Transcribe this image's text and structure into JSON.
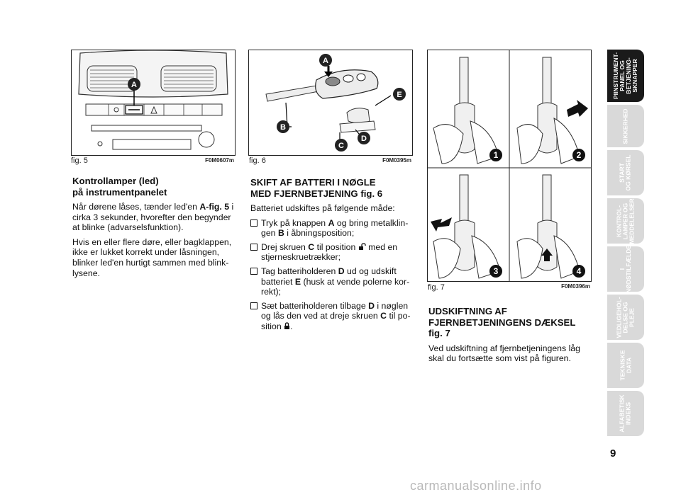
{
  "figures": {
    "fig5": {
      "caption": "fig. 5",
      "code": "F0M0607m",
      "label_a": "A"
    },
    "fig6": {
      "caption": "fig. 6",
      "code": "F0M0395m",
      "labels": {
        "a": "A",
        "b": "B",
        "c": "C",
        "d": "D",
        "e": "E"
      }
    },
    "fig7": {
      "caption": "fig. 7",
      "code": "F0M0396m",
      "steps": [
        "1",
        "2",
        "3",
        "4"
      ]
    }
  },
  "col1": {
    "heading_line1": "Kontrollamper (led)",
    "heading_line2": "på instrumentpanelet",
    "p1_a": "Når dørene låses, tænder led'en ",
    "p1_ref": "A-fig. 5",
    "p1_b": " i cirka 3 sekunder, hvorefter den begyn­der at blinke (advarselsfunktion).",
    "p2": "Hvis en eller flere døre, eller bagklappen, ikke er lukket korrekt under låsningen, blinker led'en hurtigt sammen med blink­lysene."
  },
  "col2": {
    "heading_line1": "SKIFT AF BATTERI I NØGLE",
    "heading_line2": "MED FJERNBETJENING fig. 6",
    "intro": "Batteriet udskiftes på følgende måde:",
    "s1_a": "Tryk på knappen ",
    "s1_k1": "A",
    "s1_b": " og bring metalklin­gen ",
    "s1_k2": "B",
    "s1_c": " i åbningsposition;",
    "s2_a": "Drej skruen ",
    "s2_k1": "C",
    "s2_b": " til position ",
    "s2_c": " med en stjerneskruetrækker;",
    "s3_a": "Tag batteriholderen ",
    "s3_k1": "D",
    "s3_b": " ud og udskift batteriet ",
    "s3_k2": "E",
    "s3_c": " (husk at vende polerne kor­rekt);",
    "s4_a": "Sæt batteriholderen tilbage ",
    "s4_k1": "D",
    "s4_b": " i nøglen og lås den ved at dreje skruen ",
    "s4_k2": "C",
    "s4_c": " til po­sition ",
    "s4_d": "."
  },
  "col3": {
    "heading_line1": "UDSKIFTNING AF",
    "heading_line2": "FJERNBETJENINGENS DÆKSEL",
    "heading_line3": "fig. 7",
    "p1": "Ved udskiftning af fjernbetjeningens låg skal du fortsætte som vist på figuren."
  },
  "tabs": [
    "PIINSTRUMENT-\nPANEL OG\nBETJENING-\nSKNAPPER",
    "SIKKERHED",
    "START\nOG KØRSEL",
    "KONTROL-\nLAMPER OG\nMEDDELELSER",
    "I\nNØDSTILFÆLDE",
    "VEDLIGEHOL-\nDELSE OG\nPLEJE",
    "TEKNISKE\nDATA",
    "ALFABETISK\nINDEKS"
  ],
  "page_number": "9",
  "watermark": "carmanualsonline.info",
  "colors": {
    "tab_active": "#1a1a1a",
    "tab_inactive": "#d9d9d9"
  }
}
